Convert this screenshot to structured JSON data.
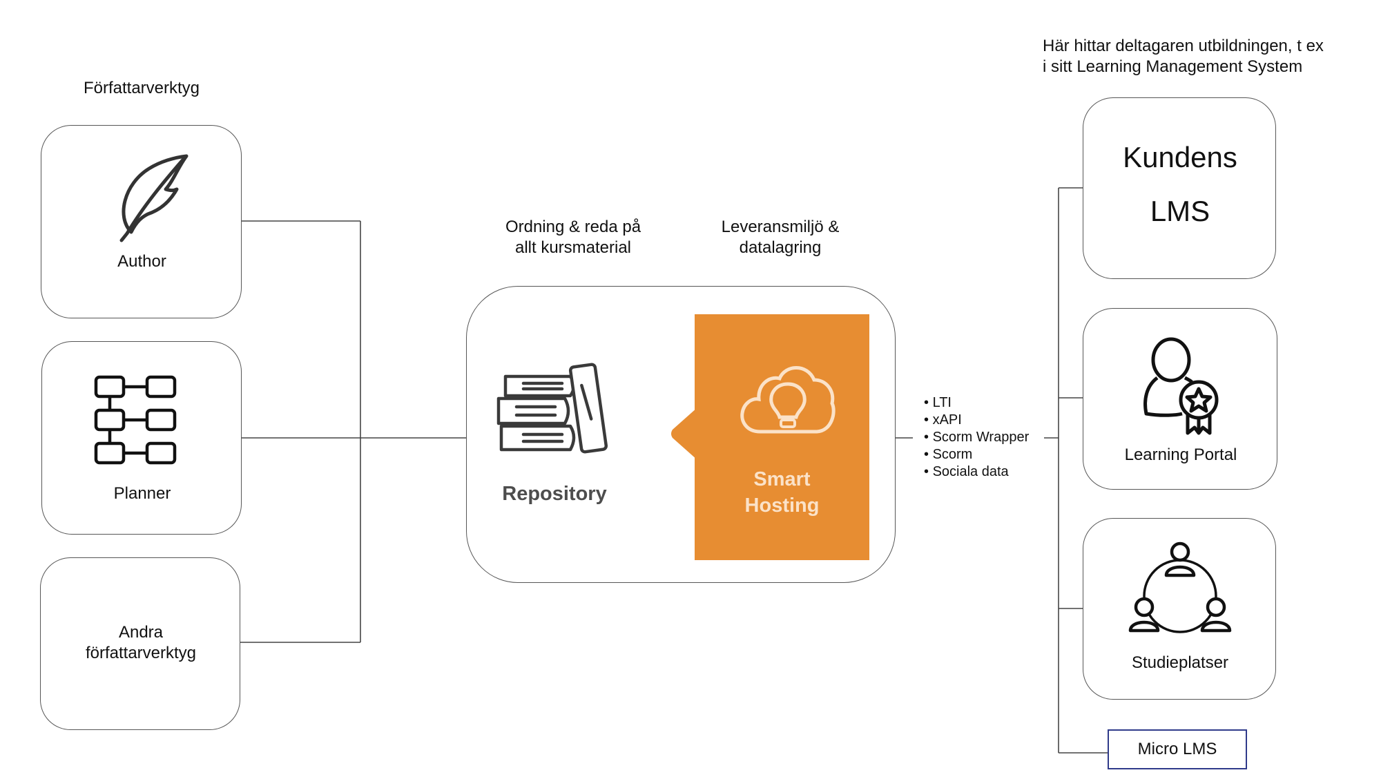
{
  "colors": {
    "accent_orange": "#e78d32",
    "line": "#444444",
    "box_border": "#555555",
    "micro_border": "#2f3a8a"
  },
  "authoring": {
    "heading": "Författarverktyg",
    "author": {
      "label": "Author",
      "icon": "feather-quill-icon"
    },
    "planner": {
      "label": "Planner",
      "icon": "flowchart-icon"
    },
    "other": {
      "label": "Andra\nförfattarverktyg"
    }
  },
  "center": {
    "heading_repository": "Ordning & reda på\nallt kursmaterial",
    "heading_hosting": "Leveransmiljö &\ndatalagring",
    "repository": {
      "label": "Repository",
      "icon": "books-icon"
    },
    "hosting": {
      "label": "Smart\nHosting",
      "icon": "cloud-lightbulb-icon"
    }
  },
  "protocols": [
    "LTI",
    "xAPI",
    "Scorm Wrapper",
    "Scorm",
    "Sociala data"
  ],
  "delivery": {
    "heading": "Här hittar deltagaren utbildningen, t ex\ni sitt Learning Management System",
    "kundens_lms": {
      "line1": "Kundens",
      "line2": "LMS"
    },
    "learning_portal": {
      "label": "Learning Portal",
      "icon": "user-award-icon"
    },
    "studieplatser": {
      "label": "Studieplatser",
      "icon": "people-network-icon"
    },
    "micro_lms": {
      "label": "Micro LMS"
    }
  }
}
